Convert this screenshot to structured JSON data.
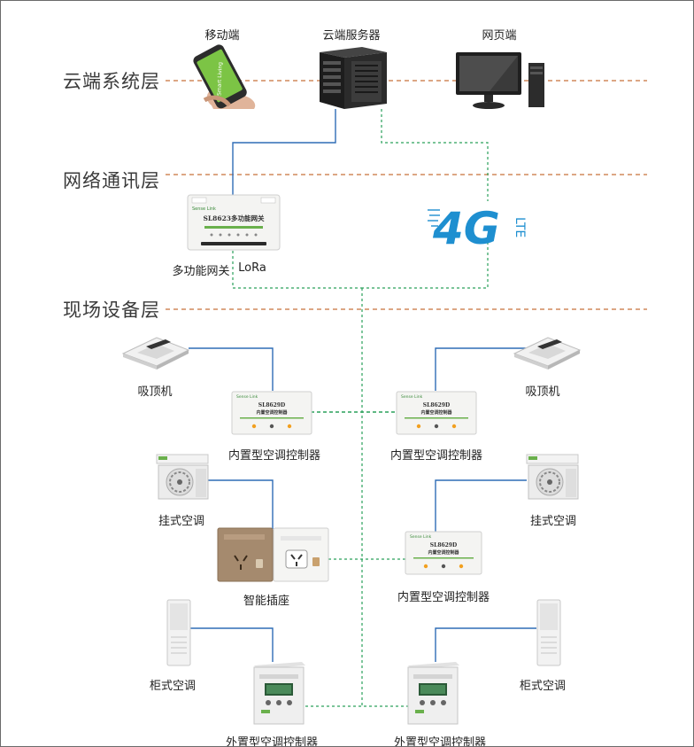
{
  "layers": {
    "cloud": "云端系统层",
    "network": "网络通讯层",
    "field": "现场设备层"
  },
  "cloud_nodes": {
    "mobile": "移动端",
    "server": "云端服务器",
    "web": "网页端",
    "phone_screen_text": "Smart Living"
  },
  "network_nodes": {
    "gateway_caption": "多功能网关",
    "lora": "LoRa",
    "gateway_model": "SL8623多功能网关",
    "gateway_brand": "Sense Link",
    "lte_main": "4G",
    "lte_sub": "LTE"
  },
  "field_nodes": {
    "ceiling_ac_left": "吸顶机",
    "ceiling_ac_right": "吸顶机",
    "builtin_ctrl_1": "内置型空调控制器",
    "builtin_ctrl_2": "内置型空调控制器",
    "builtin_ctrl_3": "内置型空调控制器",
    "wall_ac_left": "挂式空调",
    "wall_ac_right": "挂式空调",
    "smart_socket": "智能插座",
    "floor_ac_left": "柜式空调",
    "floor_ac_right": "柜式空调",
    "external_ctrl_1": "外置型空调控制器",
    "external_ctrl_2": "外置型空调控制器",
    "ctrl_model": "SL8629D",
    "ctrl_name": "内置空调控制器",
    "ctrl_brand": "Sense Link"
  },
  "colors": {
    "solid_link": "#2f6db6",
    "lte_link": "#2aa05a",
    "layer_divider": "#c8703a",
    "lte_logo": "#1e8fd0"
  }
}
